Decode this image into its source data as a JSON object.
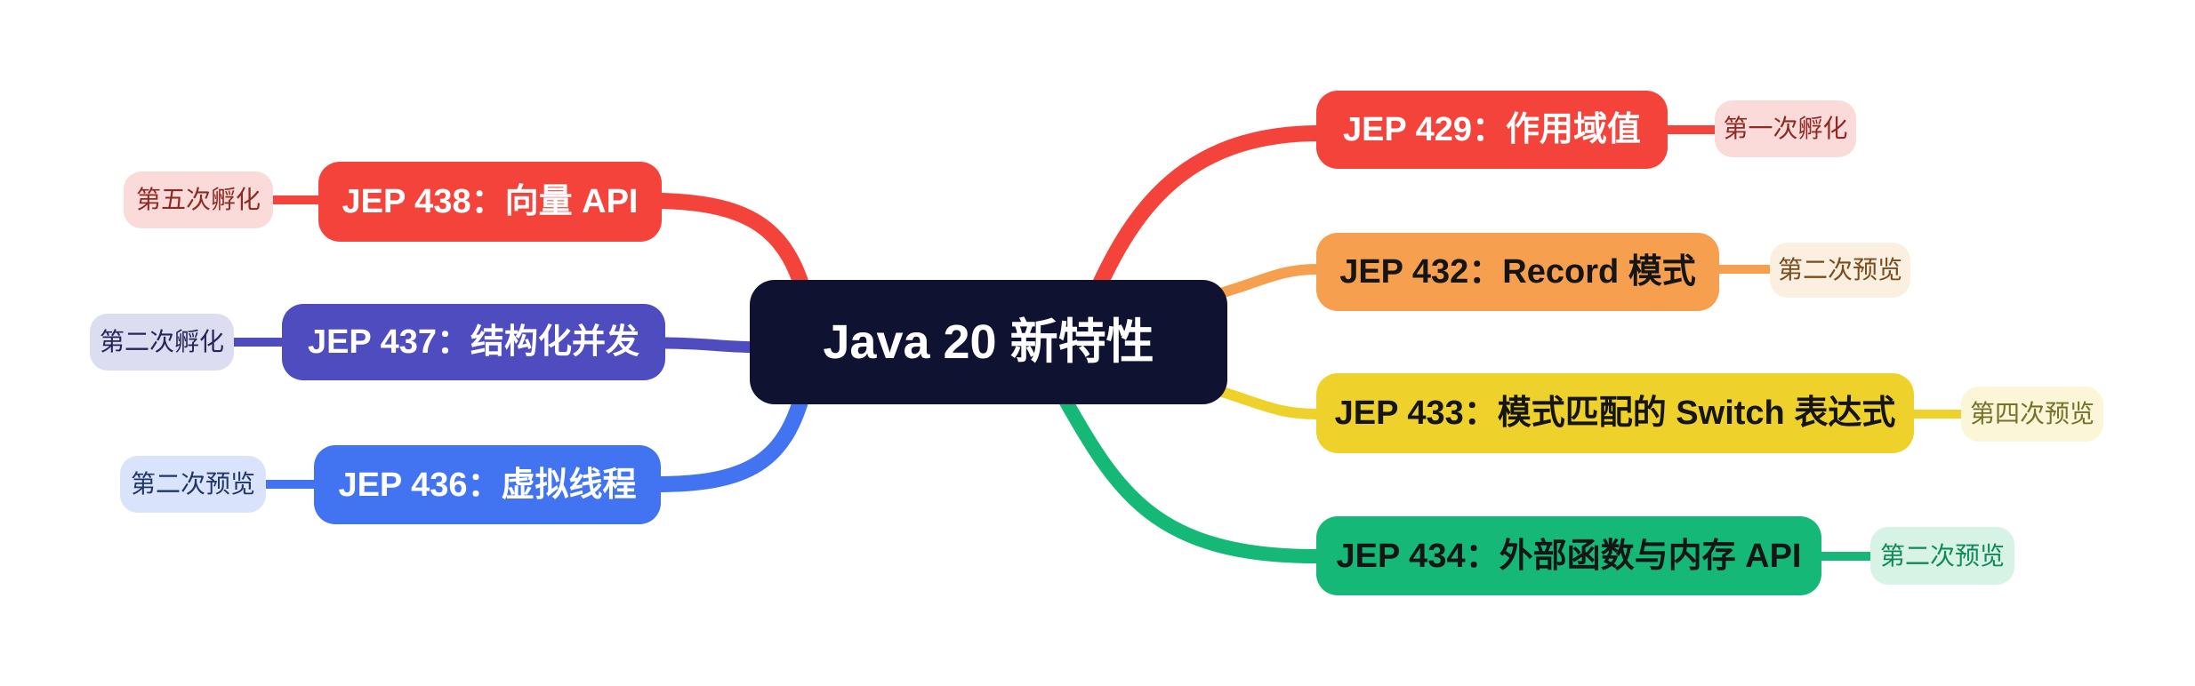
{
  "app": {
    "type": "mindmap",
    "background": "#FFFFFF"
  },
  "root": {
    "label": "Java 20 新特性",
    "bg_color": "#101232",
    "text_color": "#FFFFFF"
  },
  "branches": [
    {
      "id": "jep438",
      "side": "left",
      "label": "JEP 438：向量 API",
      "color": "#F4433B",
      "text_color": "#FFFFFF",
      "tag": {
        "label": "第五次孵化",
        "bg_color": "#FBDBD9",
        "text_color": "#8E2A24"
      }
    },
    {
      "id": "jep437",
      "side": "left",
      "label": "JEP 437：结构化并发",
      "color": "#4E4CBE",
      "text_color": "#FFFFFF",
      "tag": {
        "label": "第二次孵化",
        "bg_color": "#DDDDF2",
        "text_color": "#26265A"
      }
    },
    {
      "id": "jep436",
      "side": "left",
      "label": "JEP 436：虚拟线程",
      "color": "#4273F0",
      "text_color": "#FFFFFF",
      "tag": {
        "label": "第二次预览",
        "bg_color": "#D9E3FC",
        "text_color": "#21366B"
      }
    },
    {
      "id": "jep429",
      "side": "right",
      "label": "JEP 429：作用域值",
      "color": "#F4433B",
      "text_color": "#FFFFFF",
      "tag": {
        "label": "第一次孵化",
        "bg_color": "#FBDBD9",
        "text_color": "#8E2A24"
      }
    },
    {
      "id": "jep432",
      "side": "right",
      "label": "JEP 432：Record 模式",
      "color": "#F6A04F",
      "text_color": "#151515",
      "tag": {
        "label": "第二次预览",
        "bg_color": "#FBEFE0",
        "text_color": "#7C4B1E"
      }
    },
    {
      "id": "jep433",
      "side": "right",
      "label": "JEP 433：模式匹配的 Switch 表达式",
      "color": "#EED22B",
      "text_color": "#151515",
      "tag": {
        "label": "第四次预览",
        "bg_color": "#FAF6D7",
        "text_color": "#77712A"
      }
    },
    {
      "id": "jep434",
      "side": "right",
      "label": "JEP 434：外部函数与内存 API",
      "color": "#15B877",
      "text_color": "#151515",
      "tag": {
        "label": "第二次预览",
        "bg_color": "#D6F3E6",
        "text_color": "#118A56"
      }
    }
  ]
}
